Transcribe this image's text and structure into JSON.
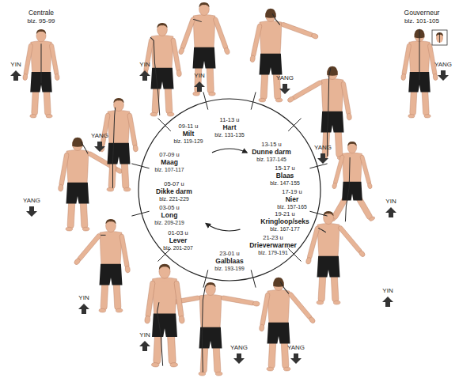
{
  "diagram": {
    "nodes": [
      {
        "text": [
          "11-13 u",
          "Hart",
          "blz. 131-135"
        ]
      },
      {
        "text": [
          "13-15 u",
          "Dunne darm",
          "blz. 137-145"
        ]
      },
      {
        "text": [
          "15-17 u",
          "Blaas",
          "blz. 147-155"
        ]
      },
      {
        "text": [
          "17-19 u",
          "Nier",
          "blz. 157-165"
        ]
      },
      {
        "text": [
          "19-21 u",
          "Kringloop/seks",
          "blz. 167-177"
        ]
      },
      {
        "text": [
          "21-23 u",
          "Drieverwarmer",
          "blz. 179-191"
        ]
      },
      {
        "text": [
          "23-01 u",
          "Galblaas",
          "blz. 193-199"
        ]
      },
      {
        "text": [
          "01-03 u",
          "Lever",
          "blz. 201-207"
        ]
      },
      {
        "text": [
          "03-05 u",
          "Long",
          "blz. 209-219"
        ]
      },
      {
        "text": [
          "05-07 u",
          "Dikke darm",
          "blz. 221-229"
        ]
      },
      {
        "text": [
          "07-09 u",
          "Maag",
          "blz. 107-117"
        ]
      },
      {
        "text": [
          "09-11 u",
          "Milt",
          "blz. 119-129"
        ]
      }
    ],
    "labels": [
      "Centrale",
      "blz. 95-99",
      "YIN",
      "Gouverneur",
      "blz. 101-105",
      "YANG",
      "YIN",
      "YIN",
      "YANG",
      "YANG",
      "YANG",
      "YANG",
      "YIN",
      "YIN",
      "YIN",
      "YIN",
      "YANG",
      "YANG"
    ]
  }
}
